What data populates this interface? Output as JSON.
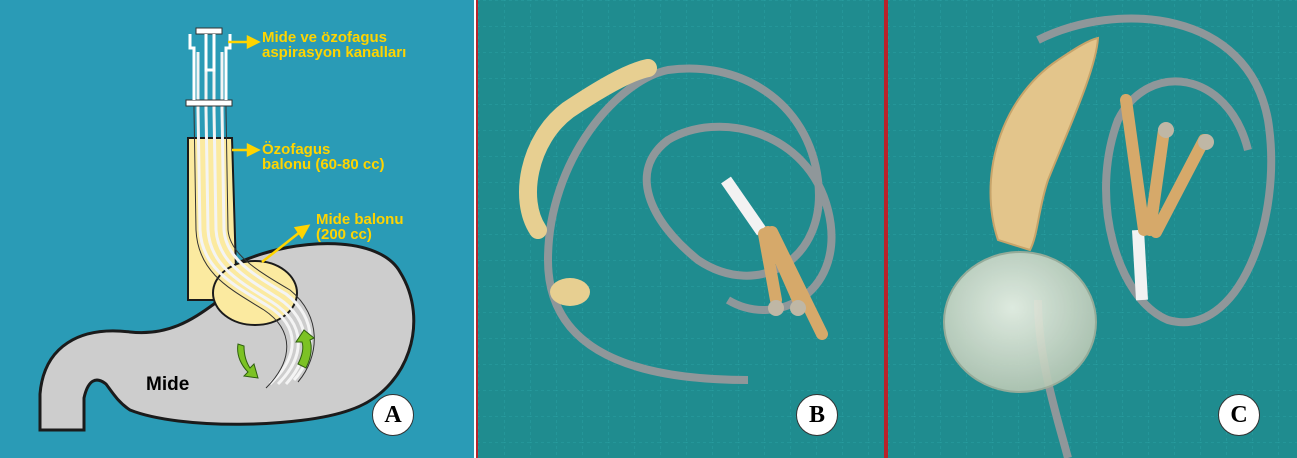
{
  "panels": {
    "a": {
      "letter": "A",
      "labels": {
        "aspiration_line1": "Mide ve özofagus",
        "aspiration_line2": "aspirasyon kanalları",
        "esophageal_line1": "Özofagus",
        "esophageal_line2": "balonu (60-80 cc)",
        "gastric_line1": "Mide balonu",
        "gastric_line2": "(200 cc)",
        "stomach": "Mide"
      },
      "colors": {
        "background": "#2a9bb6",
        "label": "#ffd400",
        "balloon": "#fbeaa0",
        "stomach": "#cdcdcd"
      }
    },
    "b": {
      "letter": "B"
    },
    "c": {
      "letter": "C"
    }
  },
  "colors": {
    "separator": "#b8232b",
    "drape": "#1f8c8f"
  }
}
